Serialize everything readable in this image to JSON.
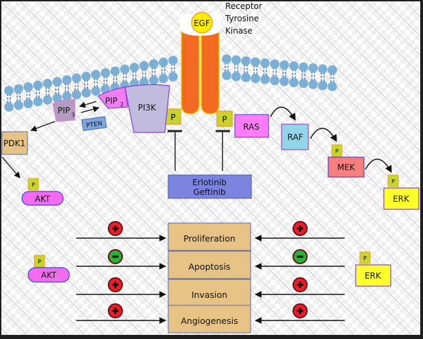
{
  "receptor": {
    "ligand": "EGF",
    "label_lines": [
      "Receptor",
      "Tyrosine",
      "Kinase"
    ]
  },
  "nodes": {
    "pip3": {
      "base": "PIP",
      "sub": "3"
    },
    "pip2": {
      "base": "PIP",
      "sub": "2"
    },
    "pi3k": "PI3K",
    "pten": "PTEN",
    "pdk1": "PDK1",
    "akt_top": "AKT",
    "ras": "RAS",
    "raf": "RAF",
    "mek": "MEK",
    "erk_top": "ERK",
    "drugs": [
      "Erlotinib",
      "Geftinib"
    ],
    "phospho": "P"
  },
  "outcomes": {
    "akt_label": "AKT",
    "erk_label": "ERK",
    "rows": [
      {
        "label": "Proliferation",
        "akt_effect": "+",
        "erk_effect": "+"
      },
      {
        "label": "Apoptosis",
        "akt_effect": "-",
        "erk_effect": "-"
      },
      {
        "label": "Invasion",
        "akt_effect": "+",
        "erk_effect": "+"
      },
      {
        "label": "Angiogenesis",
        "akt_effect": "+",
        "erk_effect": "+"
      }
    ]
  },
  "colors": {
    "receptor": "#f26a22",
    "egf": "#ffee00",
    "phospho": "#c7d52a",
    "pip2": "#f07ef0",
    "pip3": "#b39cc0",
    "pi3k": "#c1bcdd",
    "pten": "#7ea5dd",
    "pdk1": "#e6c284",
    "akt": "#f26bee",
    "ras": "#ff7cf8",
    "raf": "#90d5e8",
    "mek": "#f57e7e",
    "erk": "#ffff2a",
    "drug": "#7b85e0",
    "outcome": "#e6c284",
    "plus": "#ee1c24",
    "minus": "#2bb038",
    "lipid": "#7bafd6"
  }
}
